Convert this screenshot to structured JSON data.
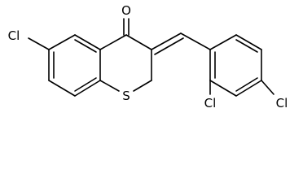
{
  "molecule": {
    "atoms": {
      "oxygen": "O",
      "sulfur": "S",
      "chlorine_ring_a": "Cl",
      "chlorine_ortho": "Cl",
      "chlorine_para": "Cl"
    }
  }
}
